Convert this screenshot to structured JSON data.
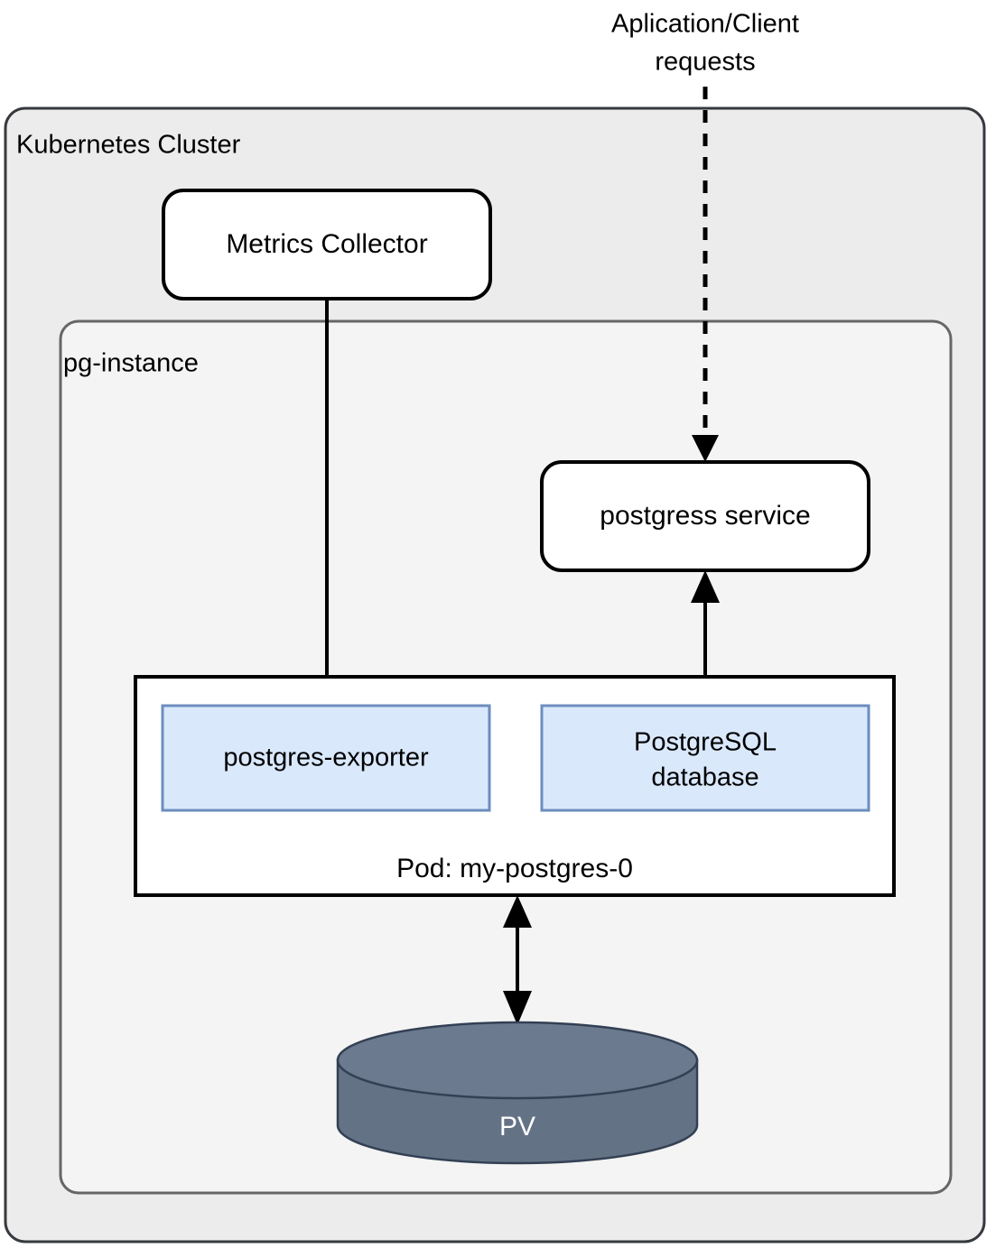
{
  "diagram": {
    "title": "Kubernetes PostgreSQL deployment architecture",
    "colors": {
      "cluster_fill": "#ececec",
      "cluster_stroke": "#36393d",
      "instance_fill": "#f4f4f4",
      "instance_stroke": "#666666",
      "node_fill": "#ffffff",
      "node_stroke": "#000000",
      "container_fill": "#dae8fc",
      "container_stroke": "#6c8ebf",
      "volume_fill": "#647286",
      "volume_stroke": "#334054",
      "volume_text": "#ffffff"
    },
    "external": {
      "request_label_line1": "Aplication/Client",
      "request_label_line2": "requests"
    },
    "cluster": {
      "label": "Kubernetes Cluster"
    },
    "instance": {
      "label": "pg-instance"
    },
    "nodes": {
      "metrics_collector": {
        "label": "Metrics Collector"
      },
      "postgres_service": {
        "label": "postgress service"
      },
      "pod": {
        "label": "Pod: my-postgres-0"
      },
      "exporter": {
        "label": "postgres-exporter"
      },
      "database": {
        "label_line1": "PostgreSQL",
        "label_line2": "database"
      },
      "volume": {
        "label": "PV"
      }
    },
    "edges": [
      {
        "id": "client-to-service",
        "from": "Aplication/Client requests",
        "to": "postgress service",
        "style": "dashed",
        "arrows": "end"
      },
      {
        "id": "collector-to-exporter",
        "from": "Metrics Collector",
        "to": "postgres-exporter",
        "style": "solid",
        "arrows": "end"
      },
      {
        "id": "service-to-database",
        "from": "postgress service",
        "to": "PostgreSQL database",
        "style": "solid",
        "arrows": "both"
      },
      {
        "id": "pod-to-volume",
        "from": "Pod: my-postgres-0",
        "to": "PV",
        "style": "solid",
        "arrows": "both"
      }
    ]
  }
}
